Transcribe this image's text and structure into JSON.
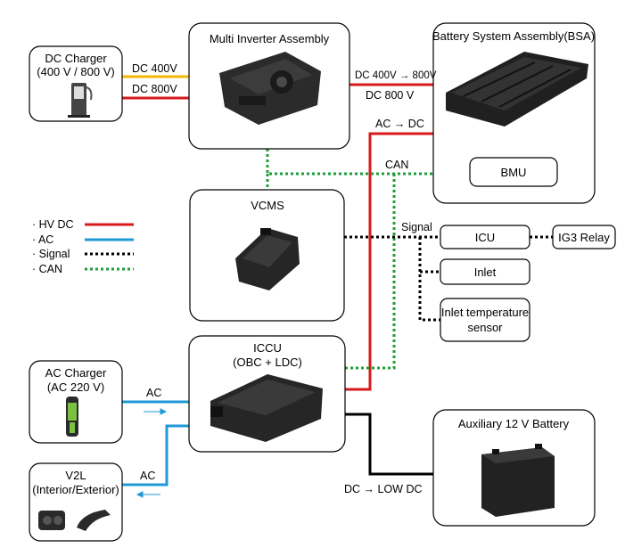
{
  "boxes": {
    "dc_charger": {
      "title_line1": "DC Charger",
      "title_line2": "(400 V / 800 V)"
    },
    "mia": {
      "title": "Multi Inverter Assembly"
    },
    "bsa": {
      "title": "Battery System Assembly(BSA)"
    },
    "bmu": {
      "title": "BMU"
    },
    "vcms": {
      "title": "VCMS"
    },
    "icu": {
      "title": "ICU"
    },
    "ig3": {
      "title": "IG3 Relay"
    },
    "inlet": {
      "title": "Inlet"
    },
    "inlet_temp": {
      "title_line1": "Inlet temperature",
      "title_line2": "sensor"
    },
    "iccu": {
      "title_line1": "ICCU",
      "title_line2": "(OBC + LDC)"
    },
    "ac_charger": {
      "title_line1": "AC Charger",
      "title_line2": "(AC 220 V)"
    },
    "v2l": {
      "title_line1": "V2L",
      "title_line2": "(Interior/Exterior)"
    },
    "aux_battery": {
      "title": "Auxiliary 12 V Battery"
    }
  },
  "connections": {
    "dc400": "DC 400V",
    "dc800": "DC 800V",
    "boost_top": "DC 400V → 800V",
    "boost_bottom": "DC 800 V",
    "ac_dc": "AC → DC",
    "can": "CAN",
    "signal": "Signal",
    "ac_in": "AC",
    "ac_out": "AC",
    "dc_low": "DC → LOW DC"
  },
  "legend": [
    {
      "label": "· HV DC",
      "color": "#d7191c",
      "style": "solid"
    },
    {
      "label": "· AC",
      "color": "#1f9ad6",
      "style": "solid"
    },
    {
      "label": "· Signal",
      "color": "#000000",
      "style": "dotted"
    },
    {
      "label": "· CAN",
      "color": "#1e9e3a",
      "style": "dotted"
    }
  ],
  "colors": {
    "hv_dc": "#d7191c",
    "dc400": "#f2b705",
    "ac": "#1f9ad6",
    "signal": "#000000",
    "can": "#1e9e3a",
    "low_dc": "#000000"
  }
}
